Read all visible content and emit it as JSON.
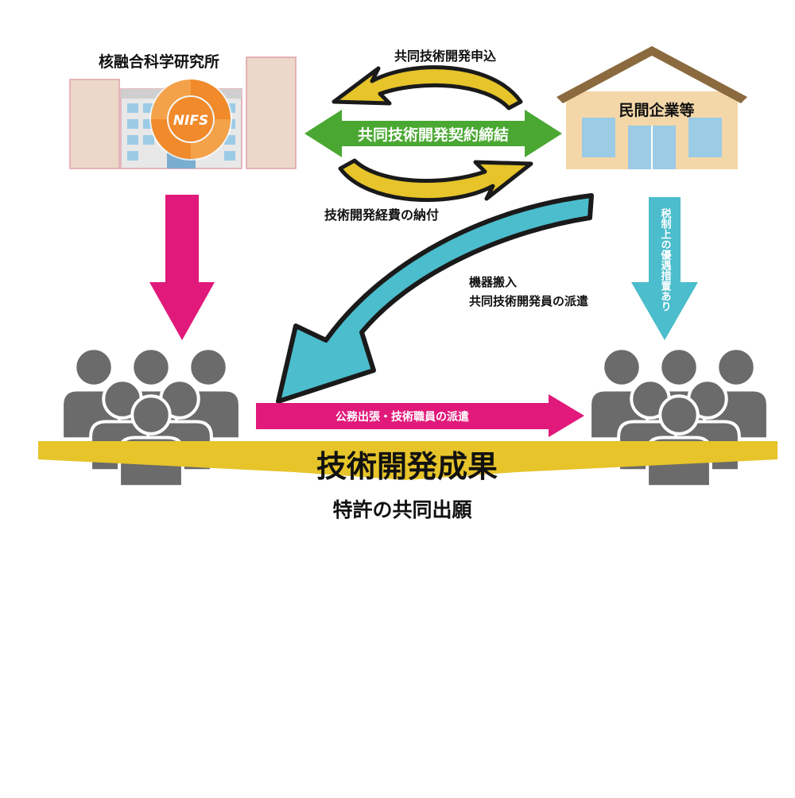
{
  "nodes": {
    "institute": {
      "label": "核融合科学研究所",
      "logo_text": "NIFS"
    },
    "company": {
      "label": "民間企業等"
    }
  },
  "flows": {
    "application": "共同技術開発申込",
    "contract": "共同技術開発契約締結",
    "payment": "技術開発経費の納付",
    "equipment_line1": "機器搬入",
    "equipment_line2": "共同技術開発員の派遣",
    "tax": "税制上の優遇措置あり",
    "dispatch": "公務出張・技術職員の派遣"
  },
  "result": {
    "title": "技術開発成果",
    "subtitle": "特許の共同出願"
  },
  "colors": {
    "magenta": "#e0197a",
    "teal": "#4bbdcc",
    "green": "#4aa832",
    "yellow": "#e6c42a",
    "gray": "#6b6b6b",
    "building_pink": "#ecd8c8",
    "house_wall": "#f4d7a8",
    "house_roof": "#8a6a3e",
    "window_blue": "#9ccbe6",
    "logo_orange": "#f08a2a"
  }
}
